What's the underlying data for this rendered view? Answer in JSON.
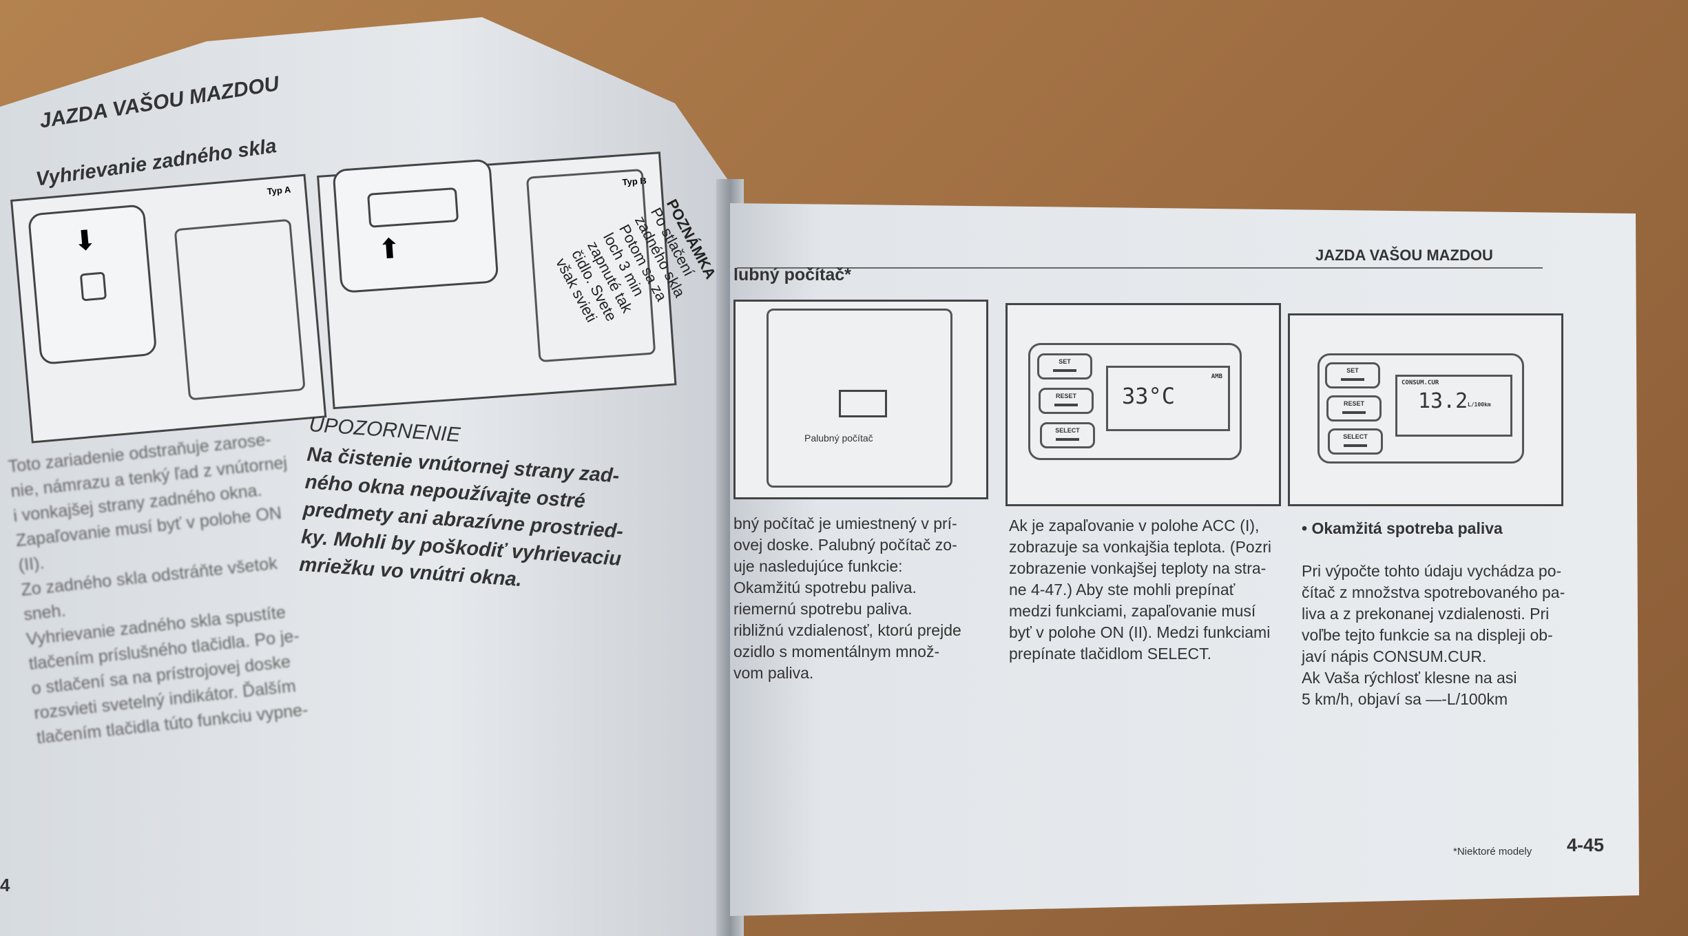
{
  "left_page": {
    "header": "JAZDA VAŠOU MAZDOU",
    "title": "Vyhrievanie zadného skla",
    "figure_a_label": "Typ A",
    "figure_b_label": "Typ B",
    "body": [
      "Toto zariadenie odstraňuje zarose-",
      "nie, námrazu a tenký ľad z vnútornej",
      "i vonkajšej strany zadného okna.",
      "Zapaľovanie musí byť v polohe ON",
      "(II).",
      "Zo zadného skla odstráňte všetok",
      "sneh.",
      "Vyhrievanie zadného skla spustíte",
      "tlačením príslušného tlačidla. Po je-",
      "o stlačení sa na prístrojovej doske",
      "rozsvieti svetelný indikátor. Ďalším",
      "tlačením tlačidla túto funkciu vypne-"
    ],
    "caution_title": "UPOZORNENIE",
    "caution_lines": [
      "Na čistenie vnútornej strany zad-",
      "ného okna nepoužívajte ostré",
      "predmety ani abrazívne prostried-",
      "ky. Mohli by poškodiť vyhrievaciu",
      "mriežku vo vnútri okna."
    ],
    "note_title": "POZNÁMKA",
    "note_lines": [
      "Po stlačení",
      "zadného skla",
      "Potom sa za",
      "loch 3 min",
      "zapnuté tak",
      "čidlo. Svete",
      "však svieti"
    ],
    "page_number": "4"
  },
  "right_page": {
    "header": "JAZDA VAŠOU MAZDOU",
    "title": "lubný počítač*",
    "figure1_label": "Palubný počítač",
    "display_temp": "33°C",
    "display_amb": "AMB",
    "display_mode": "CONSUM.CUR",
    "display_value": "13.2",
    "display_unit": "L/100km",
    "buttons": [
      "SET",
      "RESET",
      "SELECT"
    ],
    "col1": [
      "bný počítač je umiestnený v prí-",
      "ovej doske. Palubný počítač zo-",
      "uje nasledujúce funkcie:",
      "Okamžitú spotrebu paliva.",
      "riemernú spotrebu paliva.",
      "ribližnú vzdialenosť, ktorú prejde",
      "ozidlo s momentálnym množ-",
      "vom paliva."
    ],
    "col2": [
      "Ak je zapaľovanie v polohe ACC (I),",
      "zobrazuje sa vonkajšia teplota. (Pozri",
      "zobrazenie vonkajšej teploty na stra-",
      "ne 4-47.) Aby ste mohli prepínať",
      "medzi funkciami, zapaľovanie musí",
      "byť v polohe ON (II). Medzi funkciami",
      "prepínate tlačidlom SELECT."
    ],
    "col3_heading": "Okamžitá spotreba paliva",
    "col3": [
      "Pri výpočte tohto údaju vychádza po-",
      "čítač z množstva spotrebovaného pa-",
      "liva a z prekonanej vzdialenosti. Pri",
      "voľbe tejto funkcie sa na displeji ob-",
      "javí nápis CONSUM.CUR.",
      "Ak Vaša rýchlosť klesne na asi",
      "5 km/h, objaví sa —-L/100km"
    ],
    "footnote": "*Niektoré modely",
    "page_number": "4-45"
  }
}
